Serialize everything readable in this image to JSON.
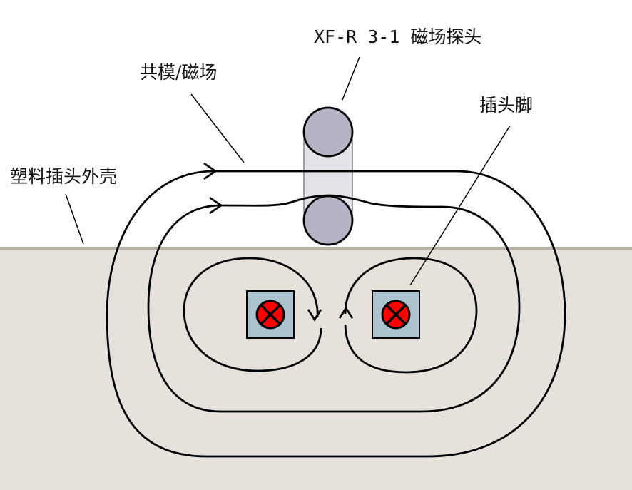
{
  "labels": {
    "probe": "XF-R 3-1 磁场探头",
    "common_mode_field": "共模/磁场",
    "plug_pin": "插头脚",
    "plastic_housing": "塑料插头外壳"
  },
  "colors": {
    "background": "#ffffff",
    "housing_fill": "#e6e1db",
    "housing_edge": "#b7b2a8",
    "probe_fill": "#b4b4c4",
    "probe_body": "#e4e1e8",
    "pin_fill": "#aac3cf",
    "pin_marker_fill": "#ff0000",
    "line": "#000000"
  },
  "icons": {
    "pin_marker": "circle-cross-icon",
    "field_arrow": "arrow-head-icon"
  }
}
